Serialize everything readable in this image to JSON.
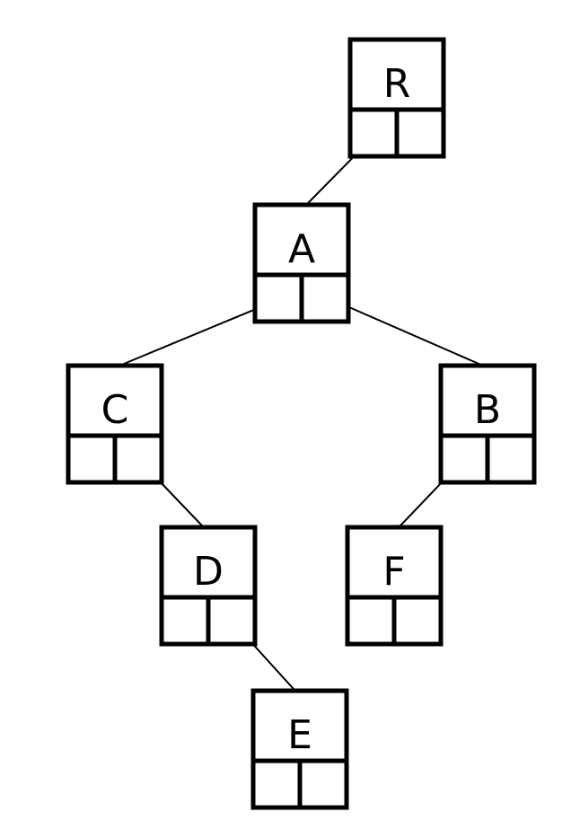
{
  "nodes": [
    {
      "id": "R",
      "label": "R"
    },
    {
      "id": "A",
      "label": "A"
    },
    {
      "id": "C",
      "label": "C"
    },
    {
      "id": "B",
      "label": "B"
    },
    {
      "id": "D",
      "label": "D"
    },
    {
      "id": "F",
      "label": "F"
    },
    {
      "id": "E",
      "label": "E"
    }
  ],
  "edges": [
    {
      "from": "R",
      "to": "A",
      "pointer": "left"
    },
    {
      "from": "A",
      "to": "C",
      "pointer": "left"
    },
    {
      "from": "A",
      "to": "B",
      "pointer": "right"
    },
    {
      "from": "C",
      "to": "D",
      "pointer": "right"
    },
    {
      "from": "B",
      "to": "F",
      "pointer": "left"
    },
    {
      "from": "D",
      "to": "E",
      "pointer": "right"
    }
  ],
  "colors": {
    "stroke": "#000000",
    "background": "#ffffff"
  }
}
